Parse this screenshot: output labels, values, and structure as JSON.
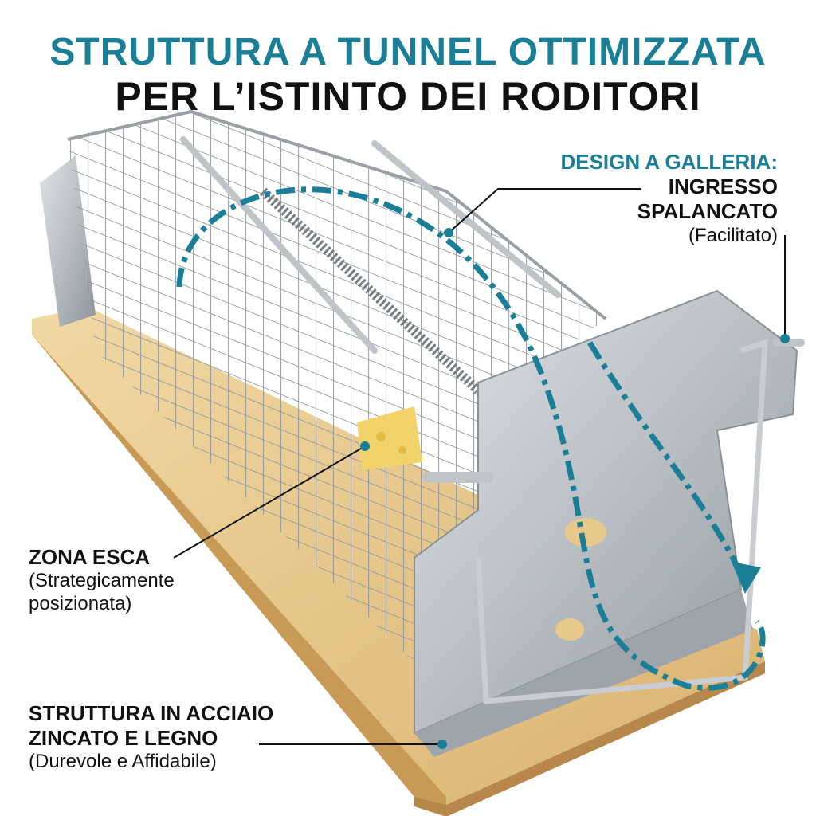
{
  "title": {
    "line1": "STRUTTURA A TUNNEL OTTIMIZZATA",
    "line2": "PER L’ISTINTO DEI RODITORI"
  },
  "callouts": {
    "design": {
      "heading": "DESIGN A GALLERIA:",
      "line1": "INGRESSO",
      "line2": "SPALANCATO",
      "note": "(Facilitato)"
    },
    "bait": {
      "heading": "ZONA ESCA",
      "note1": "(Strategicamente",
      "note2": "posizionata)"
    },
    "material": {
      "line1": "STRUTTURA IN ACCIAIO",
      "line2": "ZINCATO E LEGNO",
      "note": "(Durevole e Affidabile)"
    }
  },
  "colors": {
    "accent": "#1a7f96",
    "wood": "#e8c98c",
    "steel": "#b9bec3",
    "text": "#111111"
  }
}
